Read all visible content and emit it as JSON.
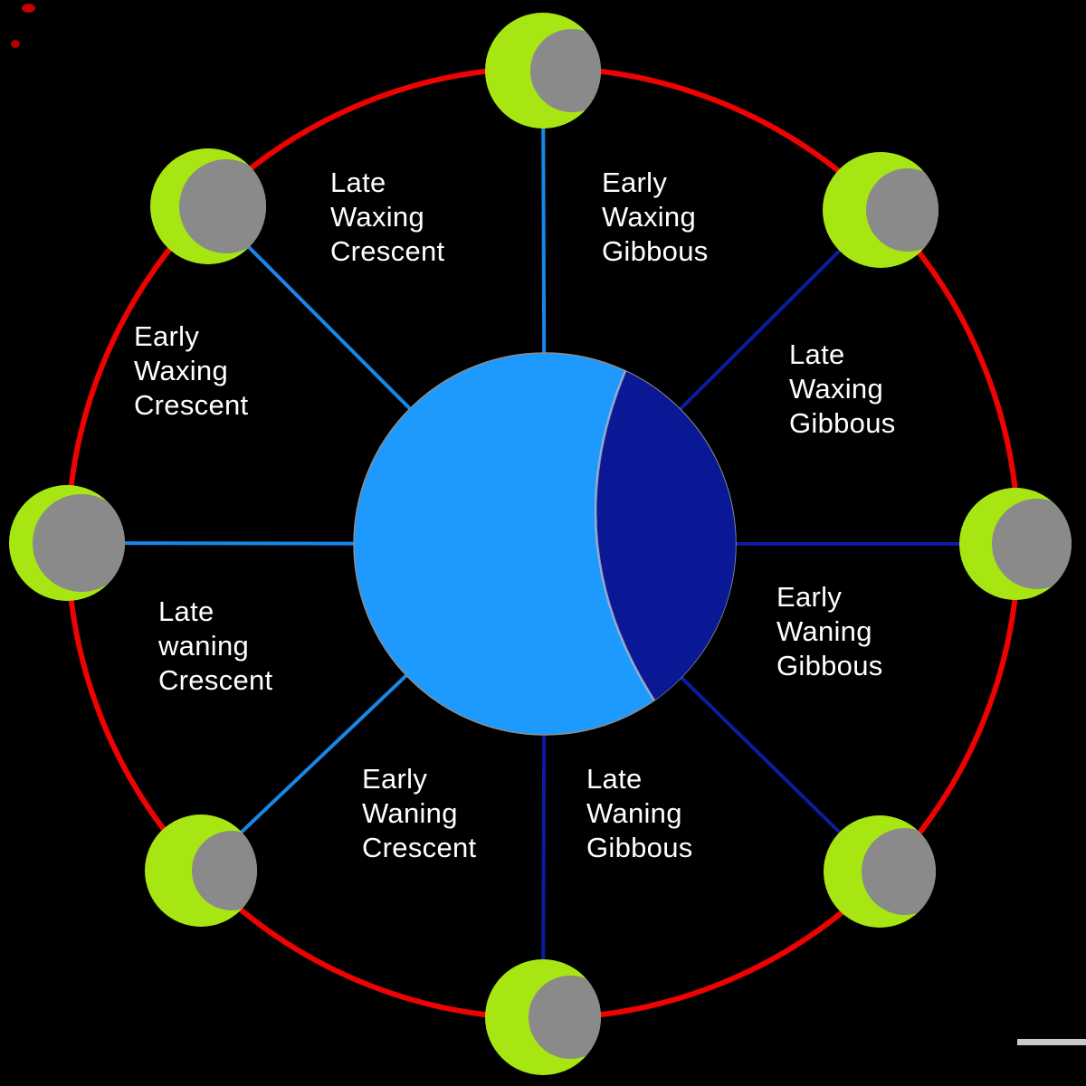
{
  "diagram": {
    "title": "Moon phases diagram",
    "background_color": "#000000",
    "colors": {
      "orbit": "#ee0202",
      "spoke_waxing": "#1787e8",
      "spoke_waning": "#0a1da0",
      "earth_day": "#1e9aff",
      "earth_night": "#0a1896",
      "terminator_edge": "#c0c0c0",
      "moon_lit": "#a8e613",
      "moon_shadow": "#8a8a8a",
      "label_text": "#ffffff"
    },
    "labels": [
      {
        "id": "late-waxing-crescent",
        "text": "Late\nWaxing\nCrescent"
      },
      {
        "id": "early-waxing-gibbous",
        "text": "Early\nWaxing\nGibbous"
      },
      {
        "id": "early-waxing-crescent",
        "text": "Early\nWaxing\nCrescent"
      },
      {
        "id": "late-waxing-gibbous",
        "text": "Late\nWaxing\nGibbous"
      },
      {
        "id": "late-waning-crescent",
        "text": "Late\nwaning\nCrescent"
      },
      {
        "id": "early-waning-gibbous",
        "text": "Early\nWaning\nGibbous"
      },
      {
        "id": "early-waning-crescent",
        "text": "Early\nWaning\nCrescent"
      },
      {
        "id": "late-waning-gibbous",
        "text": "Late\nWaning\nGibbous"
      }
    ],
    "moons": [
      {
        "id": "moon-top"
      },
      {
        "id": "moon-top-right"
      },
      {
        "id": "moon-right"
      },
      {
        "id": "moon-bottom-right"
      },
      {
        "id": "moon-bottom"
      },
      {
        "id": "moon-bottom-left"
      },
      {
        "id": "moon-left"
      },
      {
        "id": "moon-top-left"
      }
    ]
  }
}
